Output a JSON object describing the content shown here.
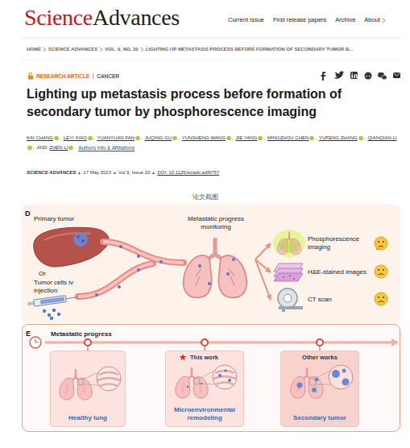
{
  "diagram": {
    "title": "Lighting up metastasis process before formation of secondary tumor by phosphorescence imaging",
    "caption": "论文截图",
    "nodes": [
      {
        "text": [
          "D"
        ]
      },
      {
        "text": [
          "Metastatic progress monitoring"
        ],
        "in": 0
      },
      {
        "text": [
          "Phosphorescence imaging"
        ],
        "in": 0
      },
      {
        "text": [
          "H&E-stained images"
        ],
        "in": 0
      },
      {
        "text": [
          "CT scan"
        ],
        "in": 0
      },
      {
        "text": [
          "E",
          "Metastatic progress"
        ]
      },
      {
        "text": [
          "Healthy lung"
        ],
        "in": 5
      },
      {
        "text": [
          "This work",
          "Microenvironmental remodeling"
        ],
        "in": 5
      },
      {
        "text": [
          "Other works",
          "Secondary tumor"
        ],
        "in": 5
      }
    ],
    "edges": [
      {
        "from": 1,
        "to": 2,
        "arrow": "to"
      },
      {
        "from": 1,
        "to": 3,
        "arrow": "to"
      },
      {
        "from": 1,
        "to": 4,
        "arrow": "to"
      }
    ],
    "labels": [
      "Science",
      "Advances",
      "Current Issue",
      "First release papers",
      "Archive",
      "About",
      "HOME",
      "SCIENCE ADVANCES",
      "VOL. 9, NO. 20",
      "LIGHTING UP METASTASIS PROCESS BEFORE FORMATION OF SECONDARY TUMOR B...",
      "RESEARCH ARTICLE",
      "CANCER",
      "KAI CHANG",
      ",",
      "LEYI XIAO",
      ",",
      "YUANYUAN FAN",
      ",",
      "JUQING GU",
      ",",
      "YUNSHENG WANG",
      ",",
      "JIE YANG",
      ",",
      "MINGZHOU CHEN",
      ",",
      "YUFENG ZHANG",
      ",",
      "QIANQIAN LI",
      ",",
      "AND",
      "ZHEN LI",
      "Authors Info & Affiliations",
      "SCIENCE ADVANCES",
      "17 May 2023",
      "Vol 9, Issue 20",
      "DOI: 10.1126/sciadv.adf6757",
      "Primary tumor",
      "Or",
      "Tumor cells iv injection"
    ]
  }
}
